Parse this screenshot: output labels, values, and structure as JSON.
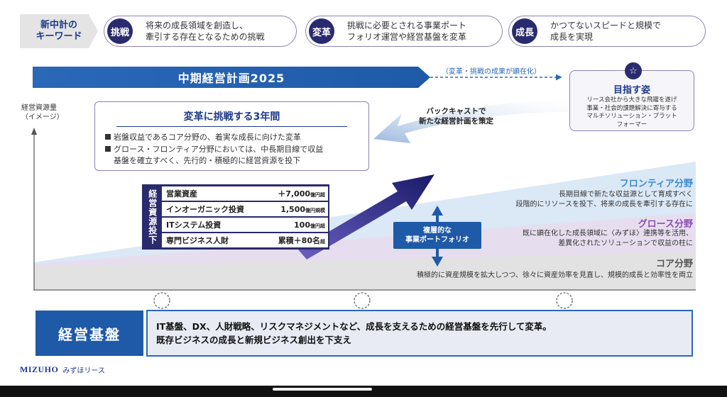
{
  "keywords": {
    "tag": "新中計の\nキーワード",
    "items": [
      {
        "badge": "挑戦",
        "text": "将来の成長領域を創造し、\n牽引する存在となるための挑戦"
      },
      {
        "badge": "変革",
        "text": "挑戦に必要とされる事業ポート\nフォリオ運営や経営基盤を変革"
      },
      {
        "badge": "成長",
        "text": "かつてないスピードと規模で\n成長を実現"
      }
    ]
  },
  "plan": {
    "title": "中期経営計画2025",
    "dashed_label": "（変革・挑戦の成果が顕在化）"
  },
  "vision": {
    "title": "目指す姿",
    "desc": "リース会社から大きな飛躍を遂げ\n事業・社会的課題解決に寄与する\nマルチソリューション・プラット\nフォーマー"
  },
  "axis": {
    "y_label": "経営資源量\n（イメージ）"
  },
  "three_years": {
    "title": "変革に挑戦する3年間",
    "bullets": [
      "岩盤収益であるコア分野の、着実な成長に向けた変革",
      "グロース・フロンティア分野においては、中長期目線で収益",
      "基盤を確立すべく、先行的・積極的に経営資源を投下"
    ]
  },
  "backcast": "バックキャストで\n新たな経営計画を策定",
  "zones": {
    "frontier": {
      "title": "フロンティア分野",
      "desc": "長期目線で新たな収益源として育成すべく\n段階的にリソースを投下、将来の成長を牽引する存在に",
      "color": "#3b8ad0"
    },
    "growth": {
      "title": "グロース分野",
      "desc": "既に顕在化した成長領域に〈みずほ〉連携等を活用、\n差異化されたソリューションで収益の柱に",
      "color": "#8a4fb0"
    },
    "core": {
      "title": "コア分野",
      "desc": "積極的に資産規模を拡大しつつ、徐々に資産効率を見直し、規模的成長と効率性を両立",
      "color": "#555555"
    }
  },
  "investment": {
    "side": "経営資源投下",
    "rows": [
      {
        "label": "営業資産",
        "value": "＋7,000",
        "unit": "億円超"
      },
      {
        "label": "インオーガニック投資",
        "value": "1,500",
        "unit": "億円規模"
      },
      {
        "label": "ITシステム投資",
        "value": "100",
        "unit": "億円超"
      },
      {
        "label": "専門ビジネス人財",
        "value": "累積＋80名",
        "unit": "超"
      }
    ]
  },
  "portfolio": "複層的な\n事業ポートフォリオ",
  "base": {
    "label": "経営基盤",
    "text": "IT基盤、DX、人財戦略、リスクマネジメントなど、成長を支えるための経営基盤を先行して変革。\n既存ビジネスの成長と新規ビジネス創出を下支え"
  },
  "logo": {
    "main": "MIZUHO",
    "sub": "みずほリース"
  },
  "colors": {
    "navy": "#2a2a6e",
    "blue": "#1f5aa8",
    "frontier_band": "#dbe8f5",
    "growth_band": "#e6deef",
    "core_band": "#e2e2e2"
  }
}
